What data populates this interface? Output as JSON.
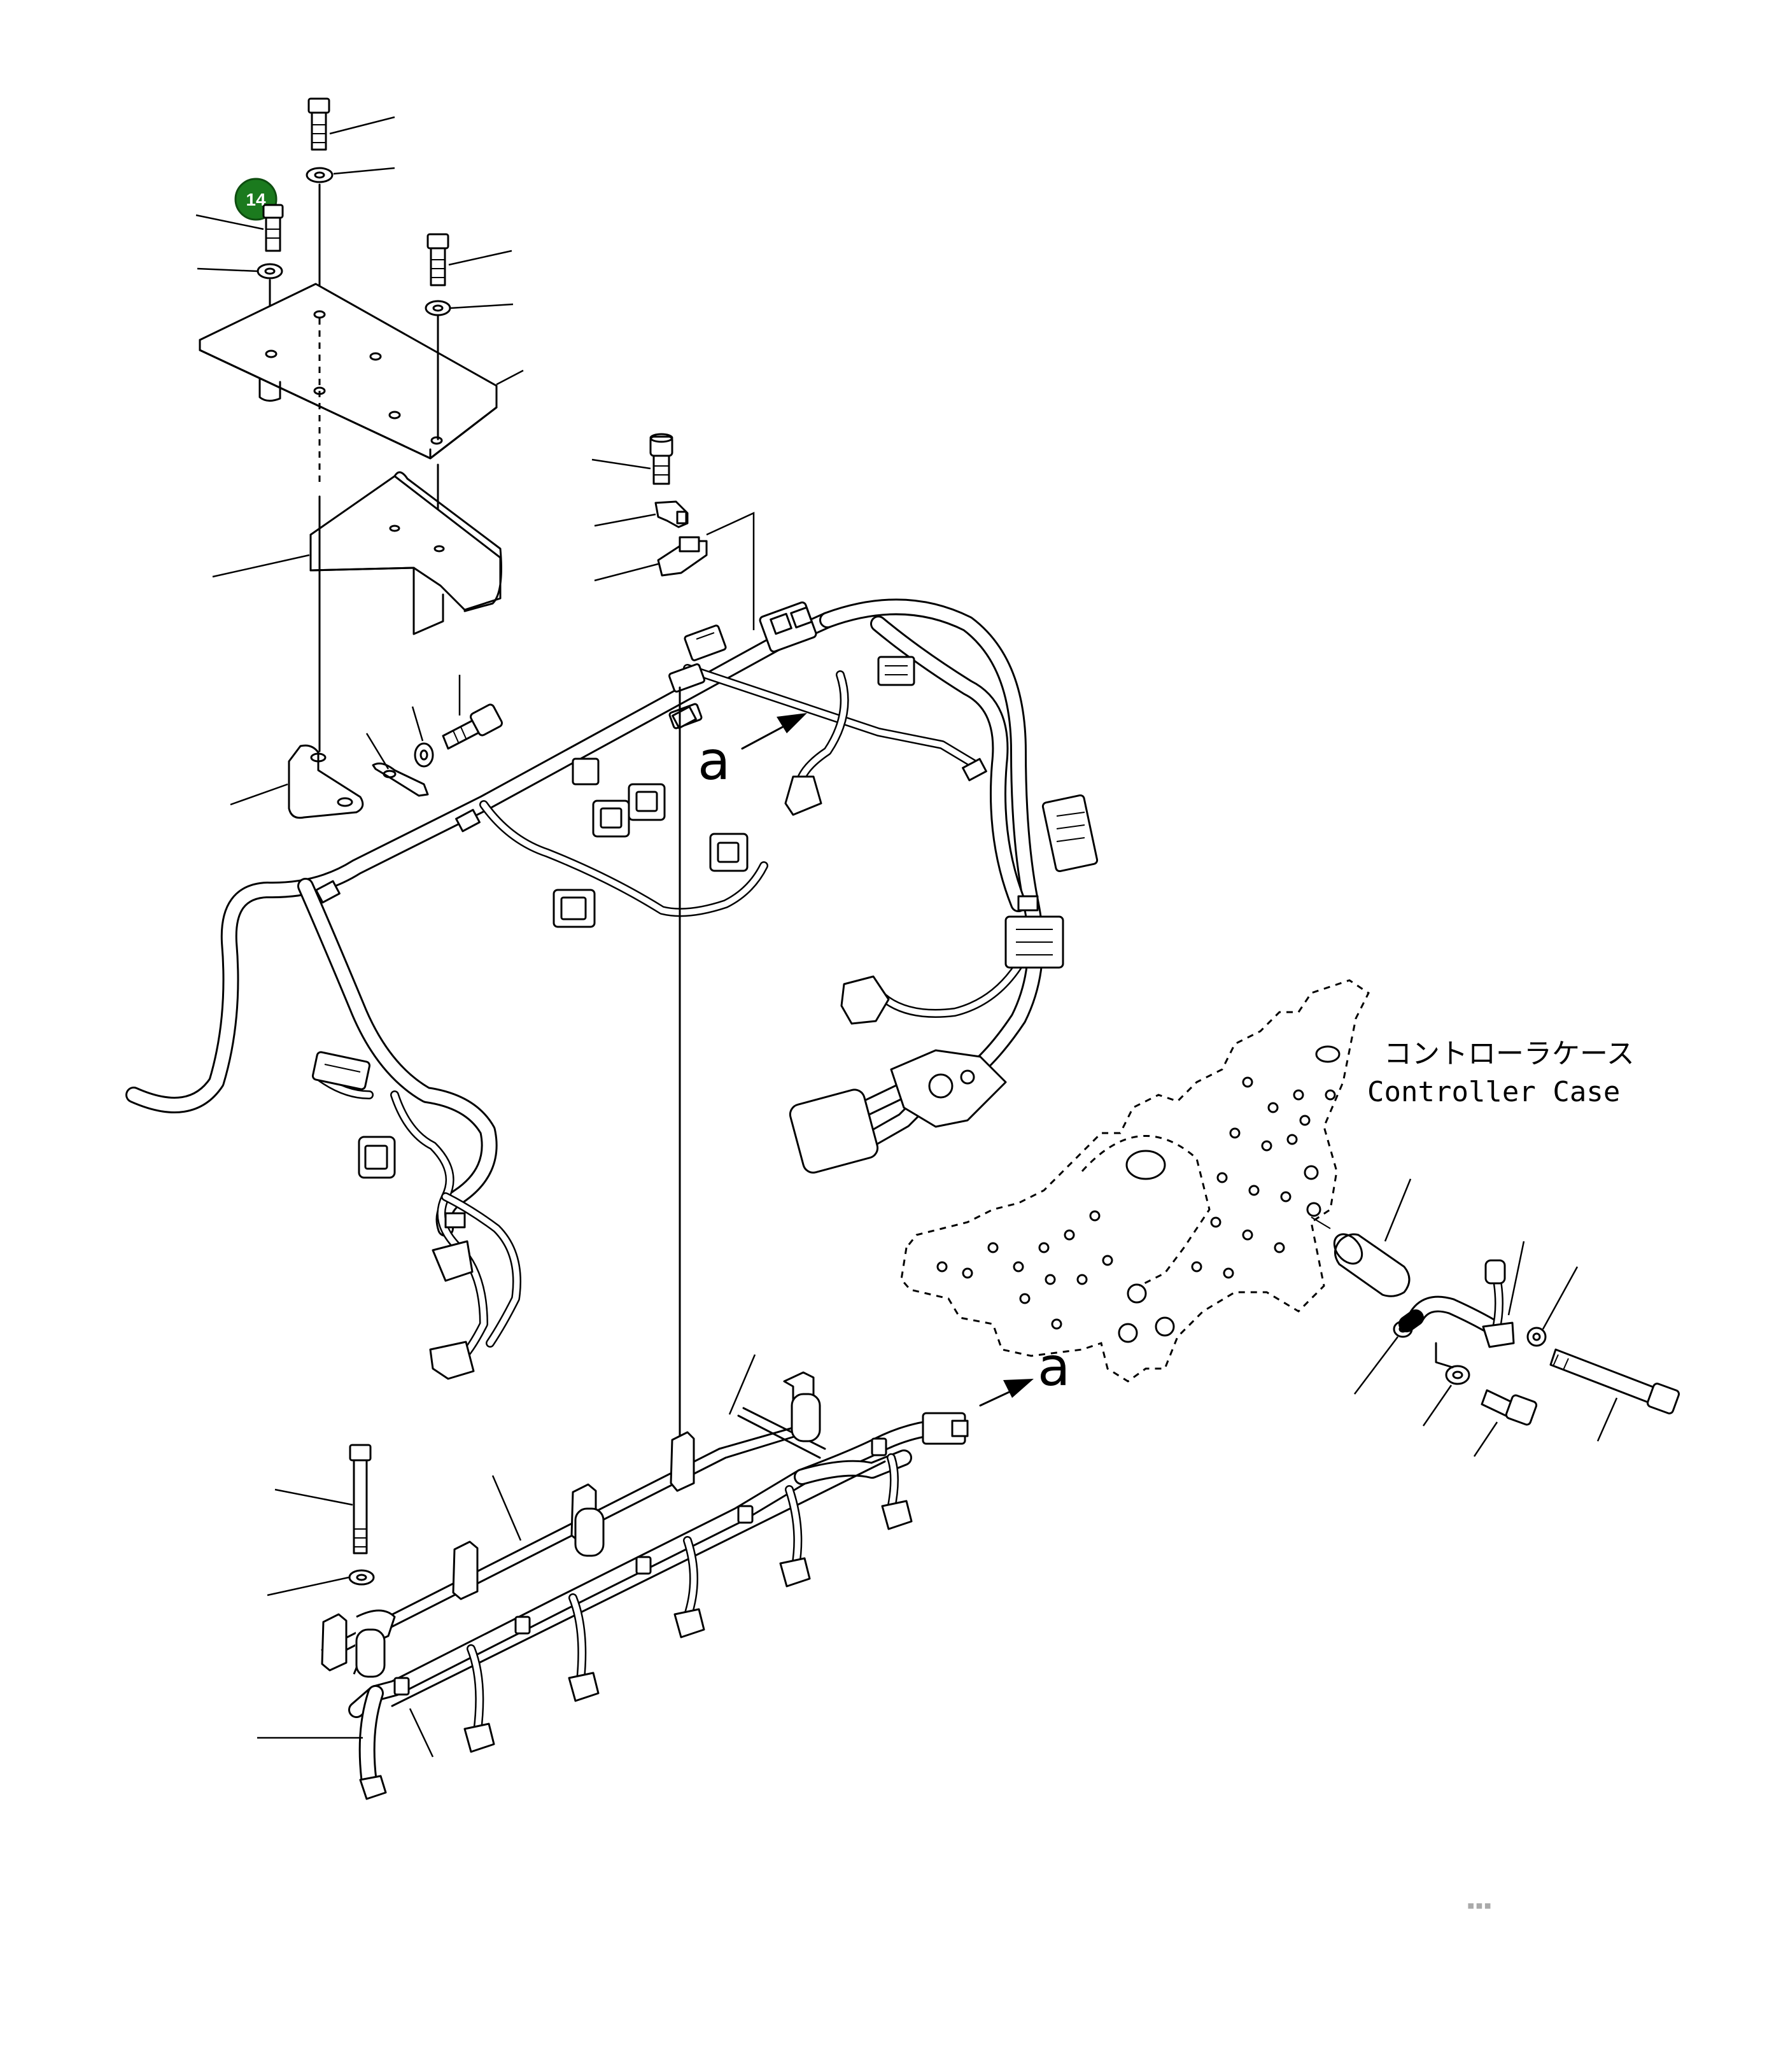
{
  "callout": {
    "number": "14",
    "color": "#1b7a1e"
  },
  "annotations": {
    "controller_case_jp": "コントローラケース",
    "controller_case_en": "Controller Case",
    "view_ref_upper": "a",
    "view_ref_lower": "a"
  },
  "colors": {
    "line": "#000000",
    "background": "#ffffff"
  },
  "icons": [
    "bolt-icon",
    "washer-icon",
    "bracket-icon",
    "plate-icon",
    "connector-icon",
    "clamp-icon",
    "arrow-icon"
  ]
}
